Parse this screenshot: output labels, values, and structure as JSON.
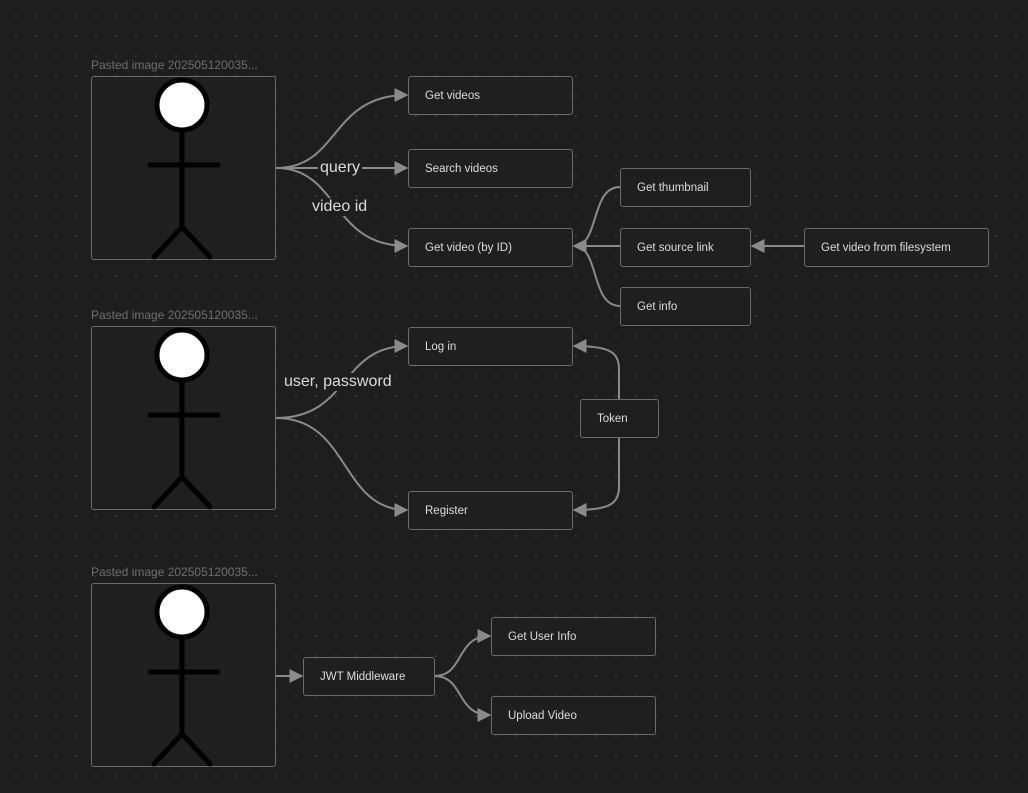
{
  "actors": [
    {
      "label": "Pasted image 202505120035..."
    },
    {
      "label": "Pasted image 202505120035..."
    },
    {
      "label": "Pasted image 202505120035..."
    }
  ],
  "nodes": {
    "get_videos": "Get videos",
    "search_videos": "Search videos",
    "get_video_by_id": "Get video (by ID)",
    "get_thumbnail": "Get thumbnail",
    "get_source_link": "Get source link",
    "get_info": "Get info",
    "get_video_from_filesystem": "Get video from filesystem",
    "log_in": "Log in",
    "register": "Register",
    "token": "Token",
    "jwt_middleware": "JWT Middleware",
    "get_user_info": "Get User Info",
    "upload_video": "Upload Video"
  },
  "edge_labels": {
    "query": "query",
    "video_id": "video id",
    "user_password": "user, password"
  },
  "colors": {
    "background": "#1e1e1e",
    "node_border": "#6b6b6b",
    "edge": "#8a8a8a",
    "text": "#dcdcdc"
  }
}
